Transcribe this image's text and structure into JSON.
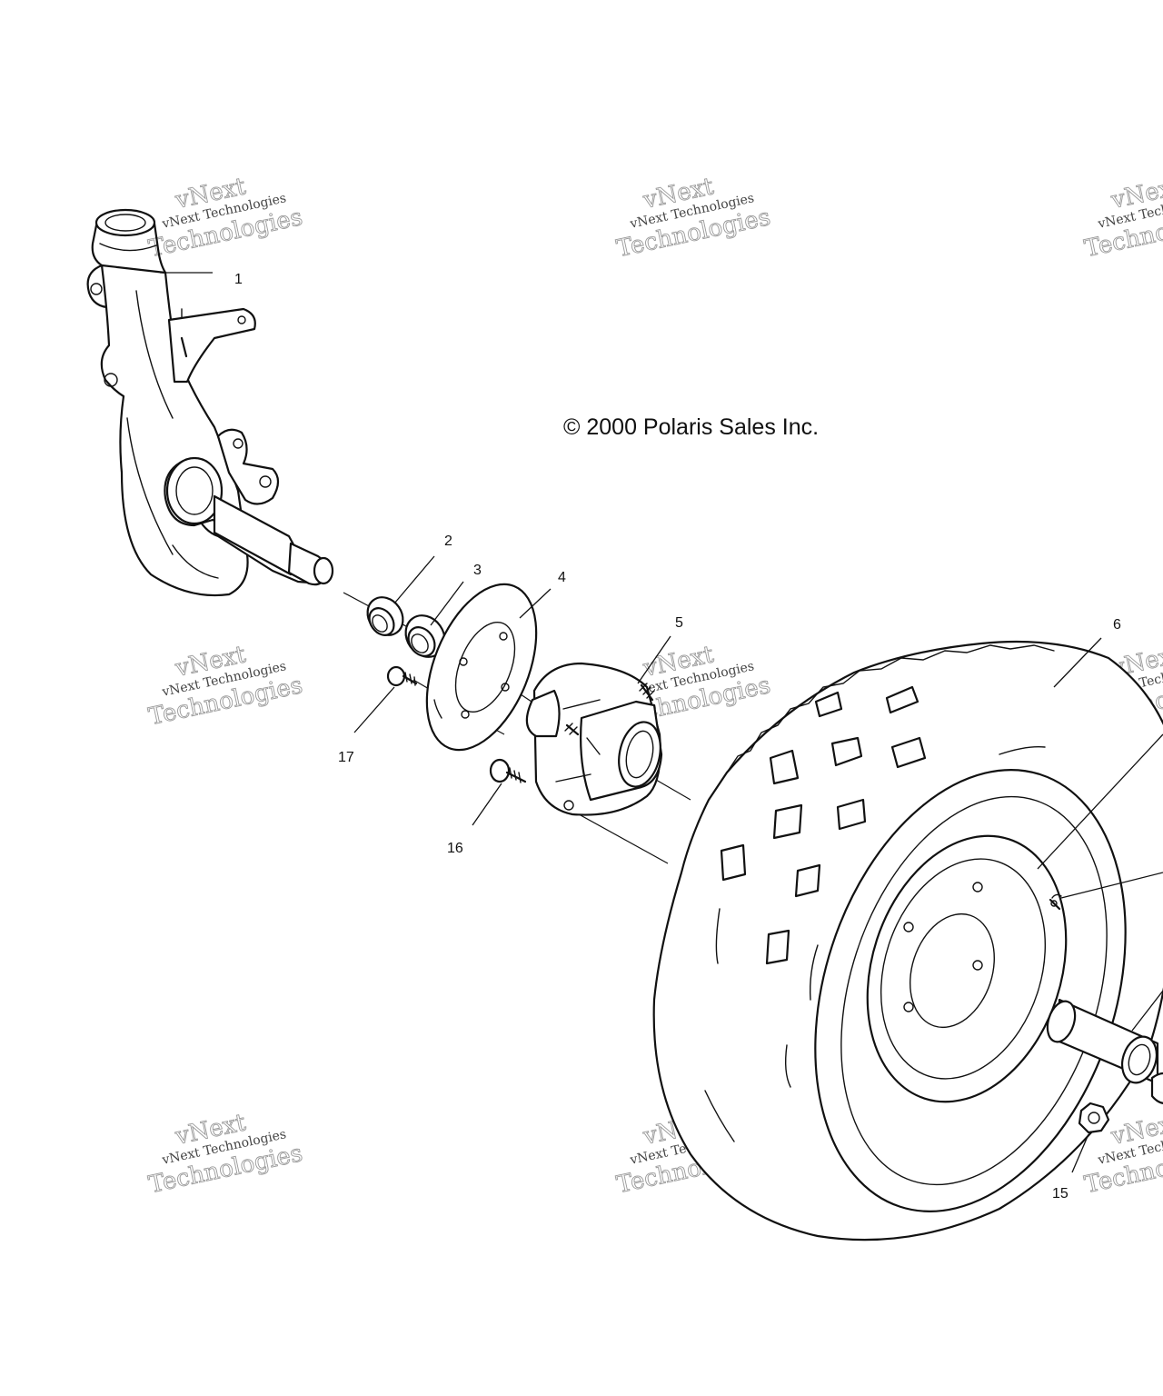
{
  "copyright": "© 2000 Polaris Sales Inc.",
  "watermark": {
    "line1": "vNext Technologies",
    "line2": "Technologies",
    "line3": "vNext"
  },
  "callouts": {
    "c1": "1",
    "c2": "2",
    "c3": "3",
    "c4": "4",
    "c5": "5",
    "c6": "6",
    "c15": "15",
    "c16": "16",
    "c17": "17"
  }
}
